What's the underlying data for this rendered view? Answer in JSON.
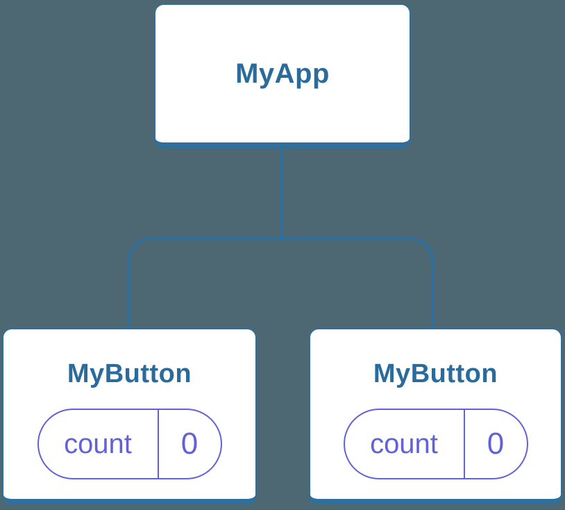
{
  "diagram": {
    "root": {
      "label": "MyApp"
    },
    "children": [
      {
        "label": "MyButton",
        "state": {
          "name": "count",
          "value": "0"
        }
      },
      {
        "label": "MyButton",
        "state": {
          "name": "count",
          "value": "0"
        }
      }
    ]
  },
  "colors": {
    "background": "#4D6873",
    "node_fill": "#FFFFFF",
    "node_border": "#2E6F9E",
    "title_text": "#2B6B9C",
    "state_accent": "#6161D8"
  }
}
